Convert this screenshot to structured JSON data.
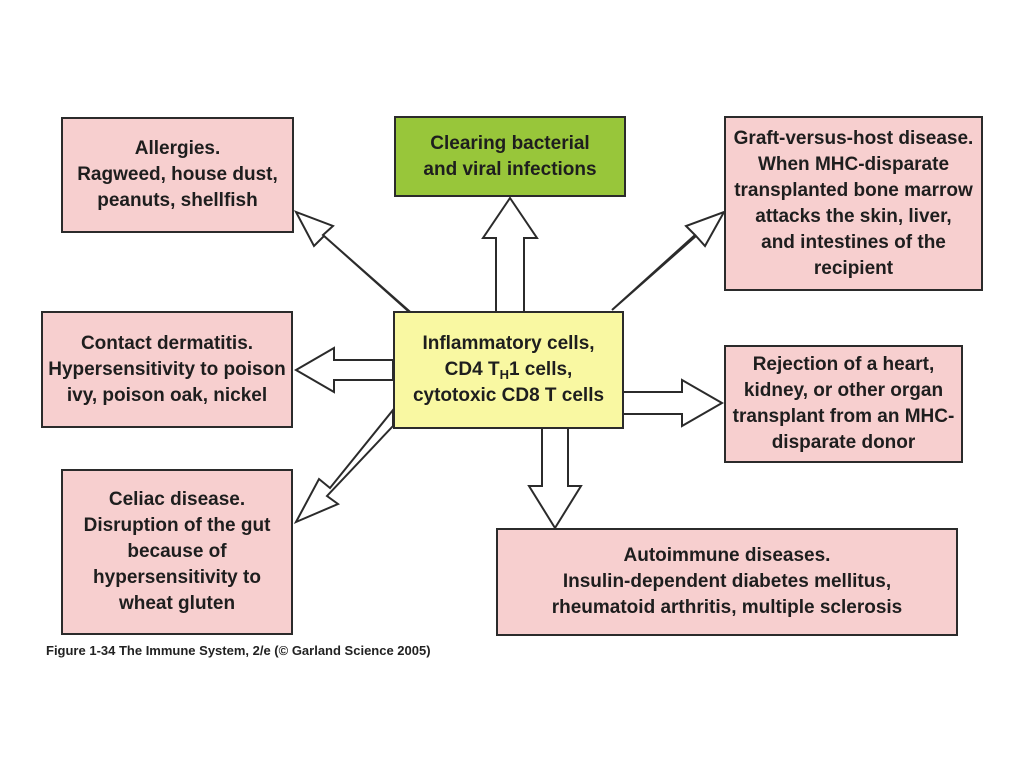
{
  "center": {
    "line1": "Inflammatory cells,",
    "line2_prefix": "CD4 T",
    "line2_sub": "H",
    "line2_suffix": "1 cells,",
    "line3": "cytotoxic CD8 T cells"
  },
  "boxes": {
    "allergies": [
      "Allergies.",
      "Ragweed, house dust,",
      "peanuts, shellfish"
    ],
    "clearing": [
      "Clearing bacterial",
      "and viral infections"
    ],
    "graft": [
      "Graft-versus-host disease.",
      "When MHC-disparate",
      "transplanted bone marrow",
      "attacks the skin, liver,",
      "and intestines of the",
      "recipient"
    ],
    "contact": [
      "Contact dermatitis.",
      "Hypersensitivity to poison",
      "ivy, poison oak, nickel"
    ],
    "rejection": [
      "Rejection of a heart,",
      "kidney, or other organ",
      "transplant from an MHC-",
      "disparate donor"
    ],
    "celiac": [
      "Celiac disease.",
      "Disruption of the gut",
      "because of",
      "hypersensitivity to",
      "wheat gluten"
    ],
    "autoimmune": [
      "Autoimmune diseases.",
      "Insulin-dependent diabetes mellitus,",
      "rheumatoid arthritis, multiple sclerosis"
    ]
  },
  "caption": "Figure 1-34  The Immune System, 2/e (© Garland Science 2005)",
  "colors": {
    "outcome_fill": "#f7cfcf",
    "infection_fill": "#98c63a",
    "center_fill": "#f9f8a2",
    "border": "#2b2b2b"
  }
}
